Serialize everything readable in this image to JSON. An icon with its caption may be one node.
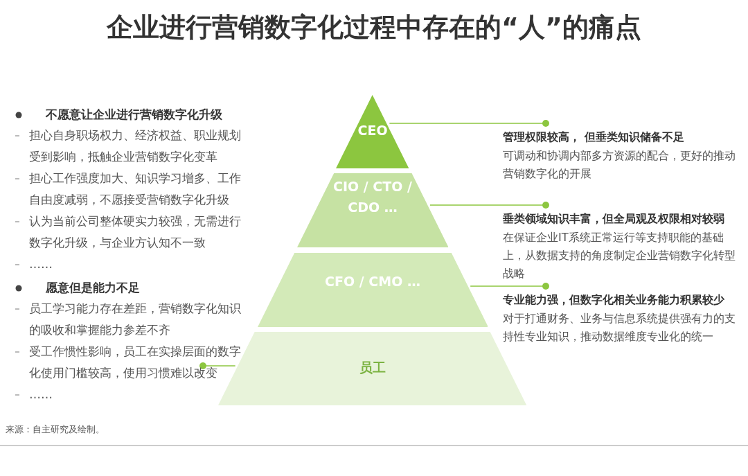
{
  "diagram": {
    "title": "企业进行营销数字化过程中存在的“人”的痛点",
    "nodes": [
      {
        "text": [
          "CEO"
        ]
      },
      {
        "text": [
          "CIO / CTO / CDO …"
        ]
      },
      {
        "text": [
          "CFO / CMO …"
        ]
      },
      {
        "text": [
          "员工"
        ]
      },
      {
        "text": [
          "管理权限较高， 但垂类知识储备不足",
          "可调动和协调内部多方资源的配合，更好的推动营销数字化的开展"
        ]
      },
      {
        "text": [
          "垂类领域知识丰富，但全局观及权限相对较弱",
          "在保证企业IT系统正常运行等支持职能的基础上，从数据支持的角度制定企业营销数字化转型战略"
        ]
      },
      {
        "text": [
          "专业能力强，但数字化相关业务能力积累较少",
          "对于打通财务、业务与信息系统提供强有力的支持性专业知识，推动数据维度专业化的统一"
        ]
      },
      {
        "text": [
          "不愿意让企业进行营销数字化升级",
          "担心自身职场权力、经济权益、职业规划受到影响，抵触企业营销数字化变革",
          "担心工作强度加大、知识学习增多、工作自由度减弱，不愿接受营销数字化升级",
          "认为当前公司整体硬实力较强，无需进行数字化升级，与企业方认知不一致",
          "……"
        ]
      },
      {
        "text": [
          "愿意但是能力不足",
          "员工学习能力存在差距，营销数字化知识的吸收和掌握能力参差不齐",
          "受工作惯性影响，员工在实操层面的数字化使用门槛较高，使用习惯难以改变",
          "……"
        ]
      }
    ],
    "edges": [
      {
        "from": 0,
        "to": 4,
        "arrow": "other"
      },
      {
        "from": 1,
        "to": 5,
        "arrow": "other"
      },
      {
        "from": 2,
        "to": 6,
        "arrow": "other"
      },
      {
        "from": 3,
        "to": 8,
        "arrow": "other"
      }
    ],
    "labels": [
      "来源：自主研究及绘制。"
    ]
  }
}
